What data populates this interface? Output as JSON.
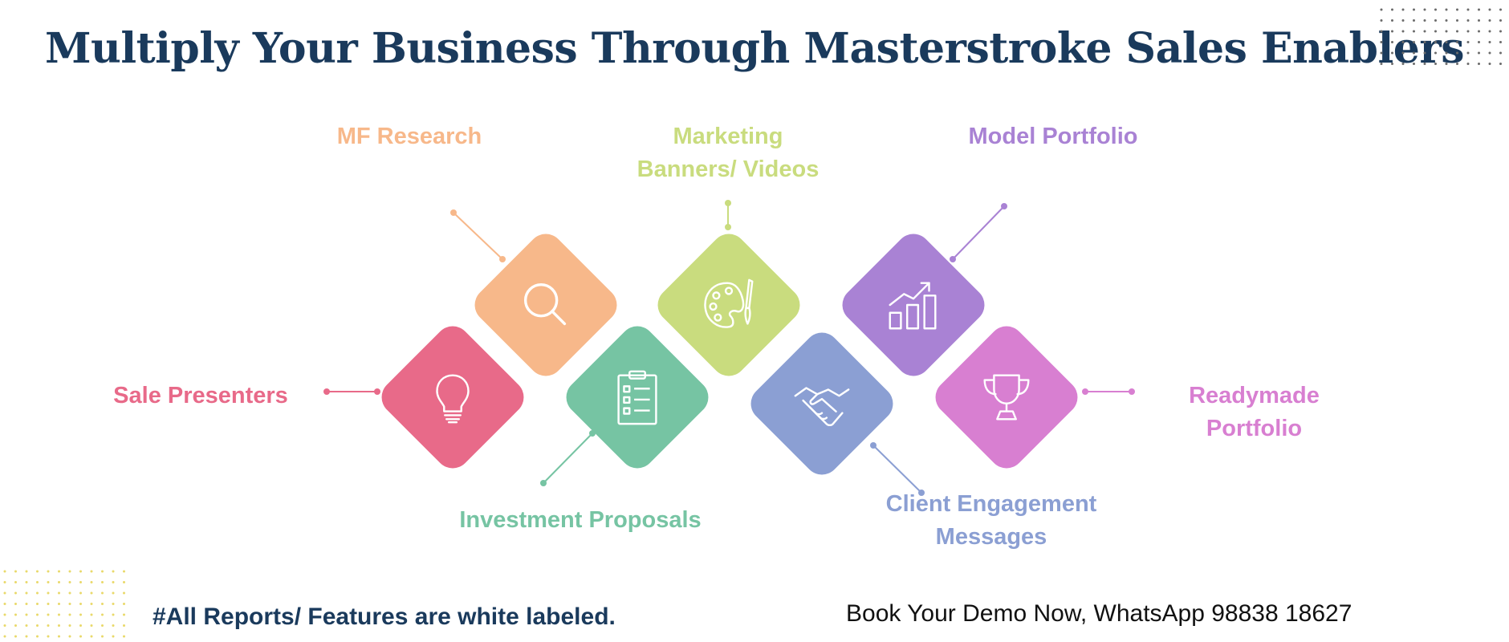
{
  "header": {
    "title": "Multiply Your Business Through Masterstroke Sales Enablers"
  },
  "features": [
    {
      "id": "sale-presenters",
      "label": "Sale Presenters",
      "color": "#e86a89",
      "icon": "lightbulb-icon"
    },
    {
      "id": "mf-research",
      "label": "MF Research",
      "color": "#f7b88a",
      "icon": "magnifier-icon"
    },
    {
      "id": "investment-proposals",
      "label": "Investment Proposals",
      "color": "#76c4a3",
      "icon": "clipboard-checklist-icon"
    },
    {
      "id": "marketing-banners",
      "label_line1": "Marketing",
      "label_line2": "Banners/ Videos",
      "color": "#c9dc7e",
      "icon": "paint-palette-icon"
    },
    {
      "id": "client-engagement",
      "label_line1": "Client Engagement",
      "label_line2": "Messages",
      "color": "#8b9fd3",
      "icon": "handshake-icon"
    },
    {
      "id": "model-portfolio",
      "label": "Model Portfolio",
      "color": "#a982d4",
      "icon": "bar-chart-growth-icon"
    },
    {
      "id": "readymade-portfolio",
      "label_line1": "Readymade",
      "label_line2": "Portfolio",
      "color": "#d87fd1",
      "icon": "trophy-icon"
    }
  ],
  "footer": {
    "note": "#All Reports/ Features are white labeled.",
    "cta": "Book Your Demo Now, WhatsApp 98838 18627"
  }
}
